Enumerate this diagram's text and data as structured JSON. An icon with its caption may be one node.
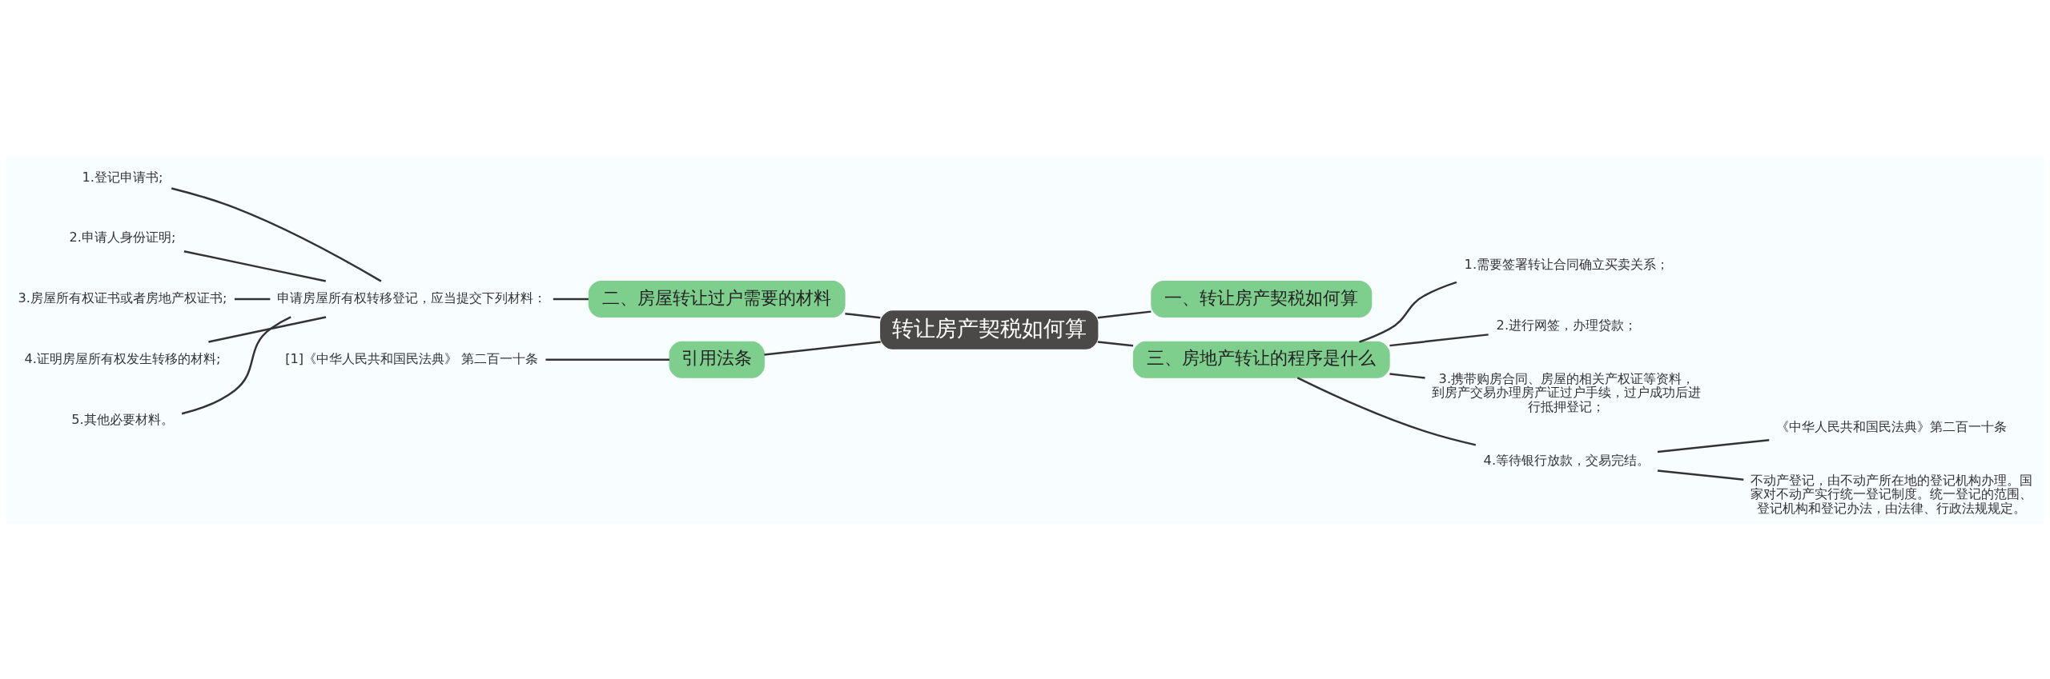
{
  "diagram": {
    "nodes": [
      {
        "text": [
          "转让房产契税如何算"
        ]
      },
      {
        "text": [
          "一、转让房产契税如何算"
        ]
      },
      {
        "text": [
          "三、房地产转让的程序是什么"
        ]
      },
      {
        "text": [
          "1.需要签署转让合同确立买卖关系；"
        ]
      },
      {
        "text": [
          "2.进行网签，办理贷款；"
        ]
      },
      {
        "text": [
          "3.携带购房合同、房屋的相关产权证等资料，到房产交易办理房产证过户手续，过户成功后进行抵押登记；"
        ]
      },
      {
        "text": [
          "4.等待银行放款，交易完结。"
        ]
      },
      {
        "text": [
          "《中华人民共和国民法典》第二百一十条"
        ]
      },
      {
        "text": [
          "不动产登记，由不动产所在地的登记机构办理。国家对不动产实行统一登记制度。统一登记的范围、登记机构和登记办法，由法律、行政法规规定。"
        ]
      },
      {
        "text": [
          "二、房屋转让过户需要的材料"
        ]
      },
      {
        "text": [
          "申请房屋所有权转移登记，应当提交下列材料："
        ]
      },
      {
        "text": [
          "1.登记申请书;"
        ]
      },
      {
        "text": [
          "2.申请人身份证明;"
        ]
      },
      {
        "text": [
          "3.房屋所有权证书或者房地产权证书;"
        ]
      },
      {
        "text": [
          "4.证明房屋所有权发生转移的材料;"
        ]
      },
      {
        "text": [
          "5.其他必要材料。"
        ]
      },
      {
        "text": [
          "引用法条"
        ]
      },
      {
        "text": [
          "[1]《中华人民共和国民法典》 第二百一十条"
        ]
      }
    ],
    "edges": [
      {
        "from": 0,
        "to": 1,
        "arrow": "none"
      },
      {
        "from": 0,
        "to": 2,
        "arrow": "none"
      },
      {
        "from": 2,
        "to": 3,
        "arrow": "none"
      },
      {
        "from": 2,
        "to": 4,
        "arrow": "none"
      },
      {
        "from": 2,
        "to": 5,
        "arrow": "none"
      },
      {
        "from": 2,
        "to": 6,
        "arrow": "none"
      },
      {
        "from": 6,
        "to": 7,
        "arrow": "none"
      },
      {
        "from": 6,
        "to": 8,
        "arrow": "none"
      },
      {
        "from": 0,
        "to": 9,
        "arrow": "none"
      },
      {
        "from": 9,
        "to": 10,
        "arrow": "none"
      },
      {
        "from": 10,
        "to": 11,
        "arrow": "none"
      },
      {
        "from": 10,
        "to": 12,
        "arrow": "none"
      },
      {
        "from": 10,
        "to": 13,
        "arrow": "none"
      },
      {
        "from": 10,
        "to": 14,
        "arrow": "none"
      },
      {
        "from": 10,
        "to": 15,
        "arrow": "none"
      },
      {
        "from": 0,
        "to": 16,
        "arrow": "none"
      },
      {
        "from": 16,
        "to": 17,
        "arrow": "none"
      }
    ]
  }
}
